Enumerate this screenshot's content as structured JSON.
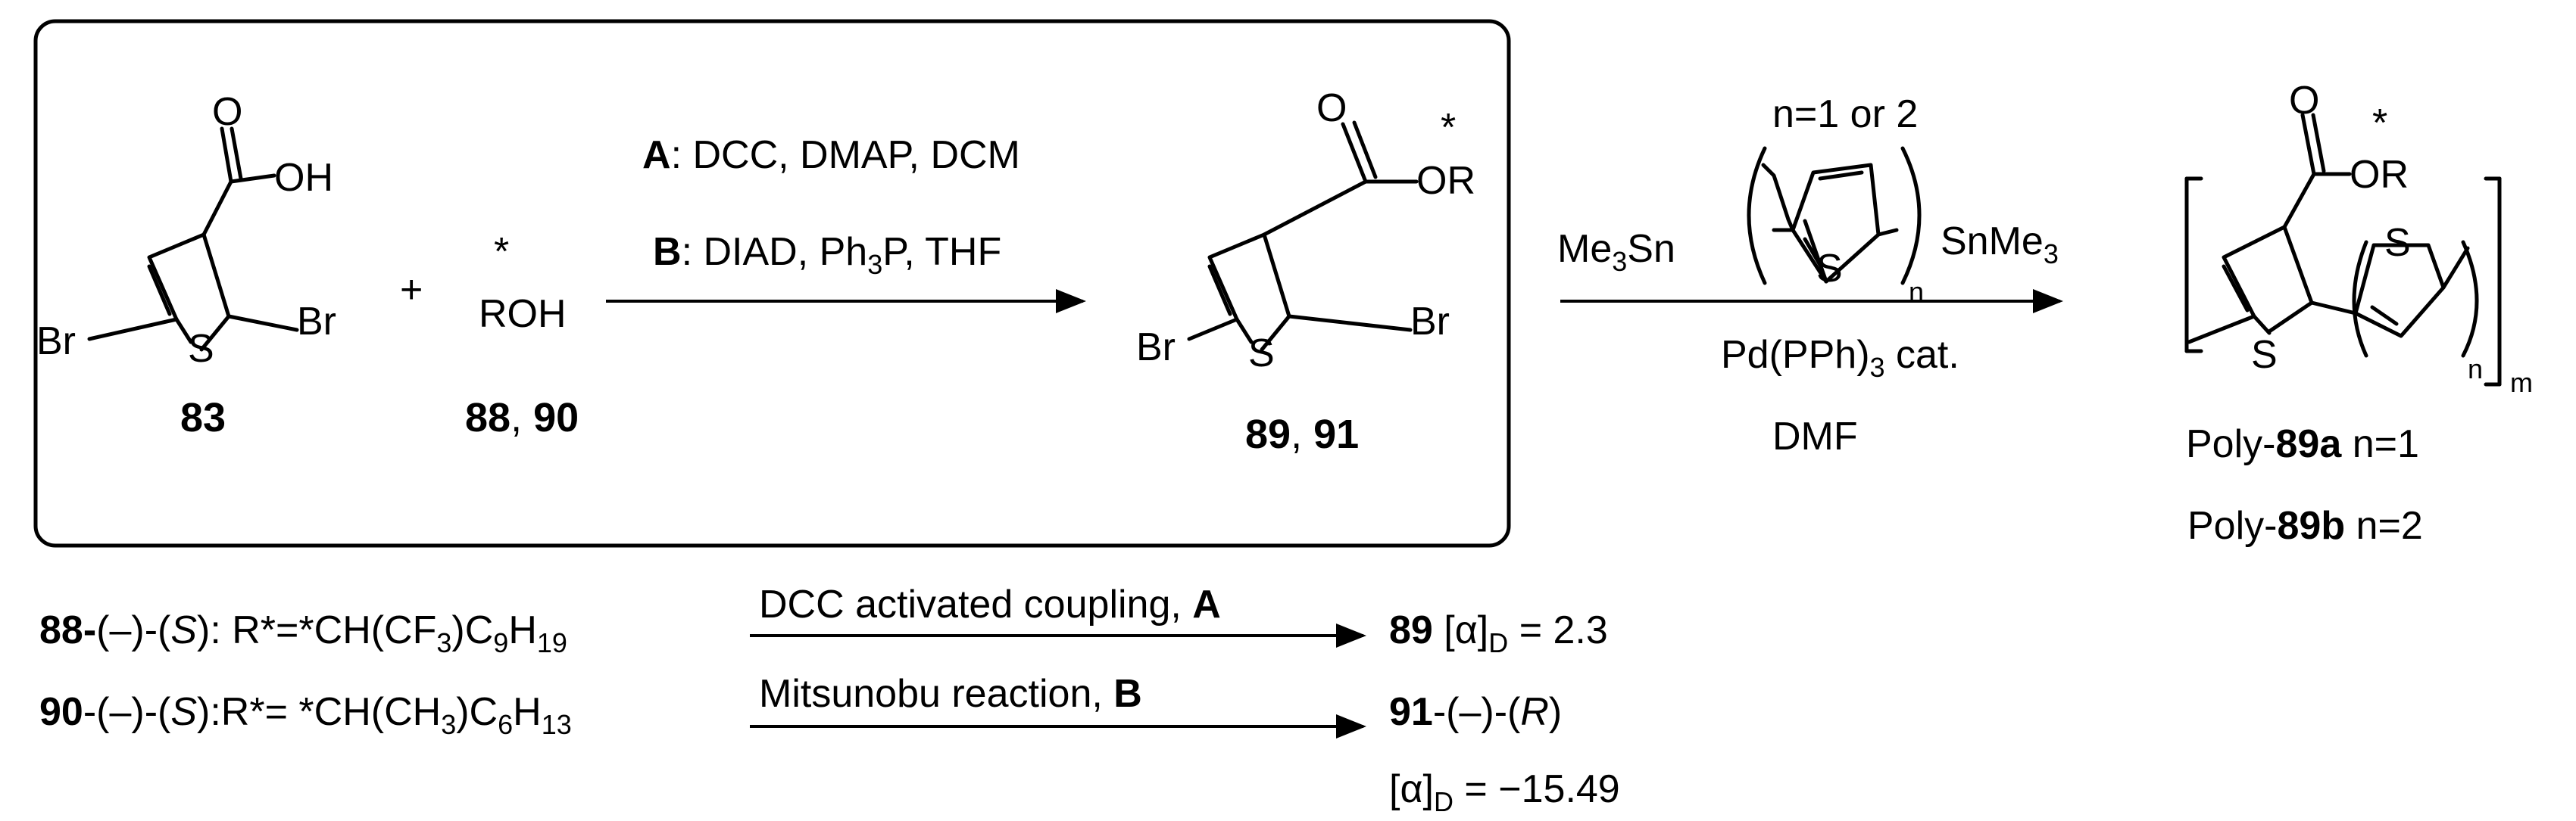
{
  "atoms": {
    "O": "O",
    "OH": "OH",
    "Br": "Br",
    "S": "S",
    "ROH": "ROH",
    "OR": "OR",
    "star": "*",
    "plus": "+",
    "Me3Sn_a": "Me",
    "Me3Sn_sub": "3",
    "Me3Sn_b": "Sn",
    "SnMe3_a": "SnMe",
    "SnMe3_sub": "3",
    "n": "n",
    "m": "m"
  },
  "compounds": {
    "c83": "83",
    "c88": "88",
    "c90": "90",
    "c89": "89",
    "c91": "91",
    "sep": ", "
  },
  "conditions": {
    "a_label": "A",
    "a_text": ": DCC, DMAP, DCM",
    "b_label": "B",
    "b_text_1": ": DIAD, Ph",
    "b_sub": "3",
    "b_text_2": "P, THF",
    "n_choice": "n=1 or 2",
    "pd_1": "Pd(PPh)",
    "pd_sub": "3",
    "pd_2": " cat.",
    "dmf": "DMF"
  },
  "products": {
    "poly_a_prefix": "Poly-",
    "poly_a_num": "89a",
    "poly_a_suffix": " n=1",
    "poly_b_prefix": "Poly-",
    "poly_b_num": "89b",
    "poly_b_suffix": " n=2"
  },
  "notes": {
    "row1_num": "88-",
    "row1_a": "(–)-(",
    "row1_s": "S",
    "row1_b": "): R*=*CH(CF",
    "row1_sub1": "3",
    "row1_c": ")C",
    "row1_sub2": "9",
    "row1_d": "H",
    "row1_sub3": "19",
    "row1_arrow_text": "DCC activated coupling, ",
    "row1_arrow_bold": "A",
    "row1_prod_num": "89",
    "row1_prod_a": " [α]",
    "row1_prod_sub": "D",
    "row1_prod_b": " = 2.3",
    "row2_num": "90",
    "row2_a": "-(–)-(",
    "row2_s": "S",
    "row2_b": "):R*= *CH(CH",
    "row2_sub1": "3",
    "row2_c": ")C",
    "row2_sub2": "6",
    "row2_d": "H",
    "row2_sub3": "13",
    "row2_arrow_text": "Mitsunobu reaction, ",
    "row2_arrow_bold": "B",
    "row2_prod_num": "91",
    "row2_prod_a": "-(–)-(",
    "row2_prod_r": "R",
    "row2_prod_b": ")",
    "row3_a": "[α]",
    "row3_sub": "D",
    "row3_b": "  = −15.49"
  }
}
